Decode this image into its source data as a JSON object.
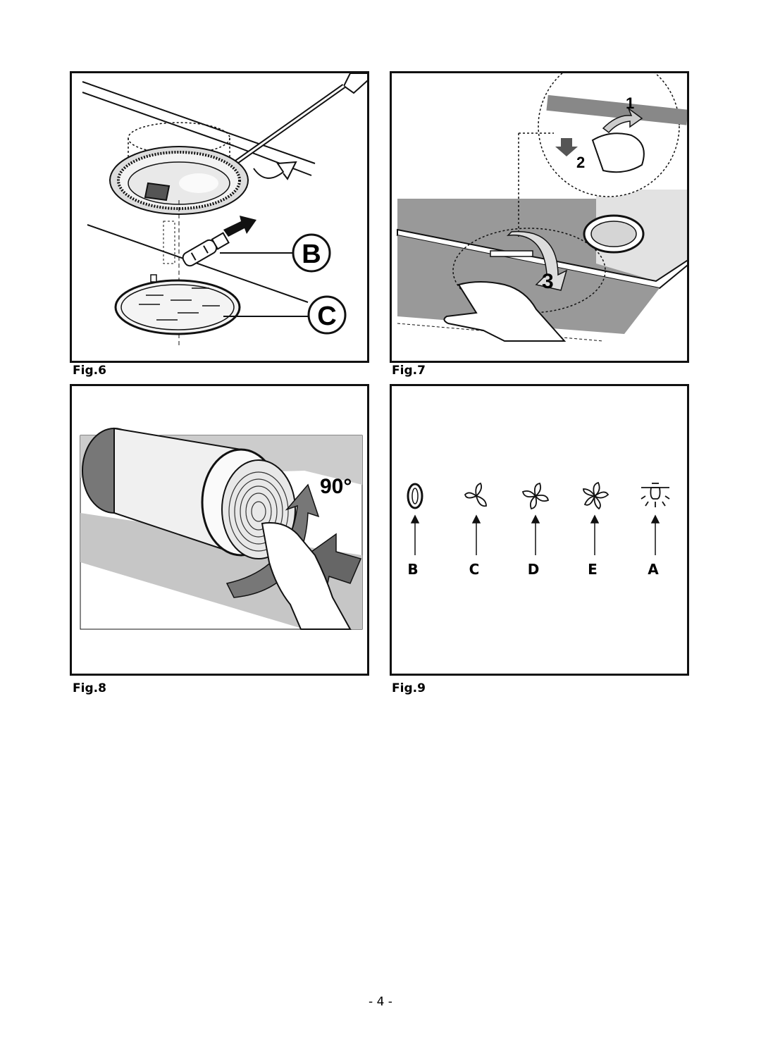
{
  "figures": {
    "fig6": {
      "caption": "Fig.6",
      "label_b": "B",
      "label_c": "C"
    },
    "fig7": {
      "caption": "Fig.7",
      "step1": "1",
      "step2": "2",
      "step3": "3"
    },
    "fig8": {
      "caption": "Fig.8",
      "rotation": "90°"
    },
    "fig9": {
      "caption": "Fig.9",
      "controls": [
        {
          "letter": "B",
          "icon": "off-icon"
        },
        {
          "letter": "C",
          "icon": "fan-speed-1-icon"
        },
        {
          "letter": "D",
          "icon": "fan-speed-2-icon"
        },
        {
          "letter": "E",
          "icon": "fan-speed-3-icon"
        },
        {
          "letter": "A",
          "icon": "light-icon"
        }
      ]
    }
  },
  "page": {
    "number": "- 4 -"
  }
}
